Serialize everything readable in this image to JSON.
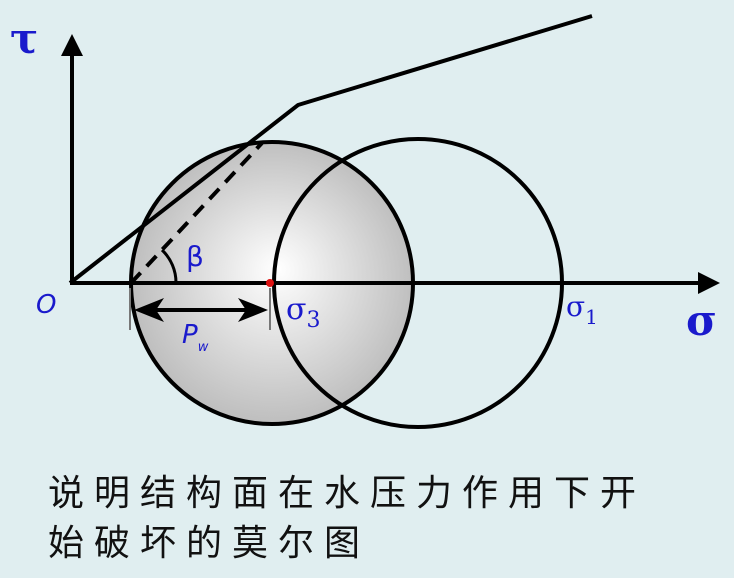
{
  "diagram": {
    "title": "Mohr circle diagram: structural plane failure under water pressure",
    "axes": {
      "y_label": "τ",
      "x_label": "σ",
      "origin_label": "O"
    },
    "labels": {
      "beta": "β",
      "sigma3": "σ",
      "sigma3_sub": "3",
      "sigma1": "σ",
      "sigma1_sub": "1",
      "pw": "P",
      "pw_sub": "w"
    },
    "colors": {
      "background": "#e0eef0",
      "label_blue": "#1a1acc",
      "line": "#000000",
      "marker_red": "#dd1111",
      "circle_fill_center": "#ffffff",
      "circle_fill_edge": "#b8b8b8"
    }
  },
  "caption": {
    "line1": "说明结构面在水压力作用下开",
    "line2": "始破坏的莫尔图"
  }
}
